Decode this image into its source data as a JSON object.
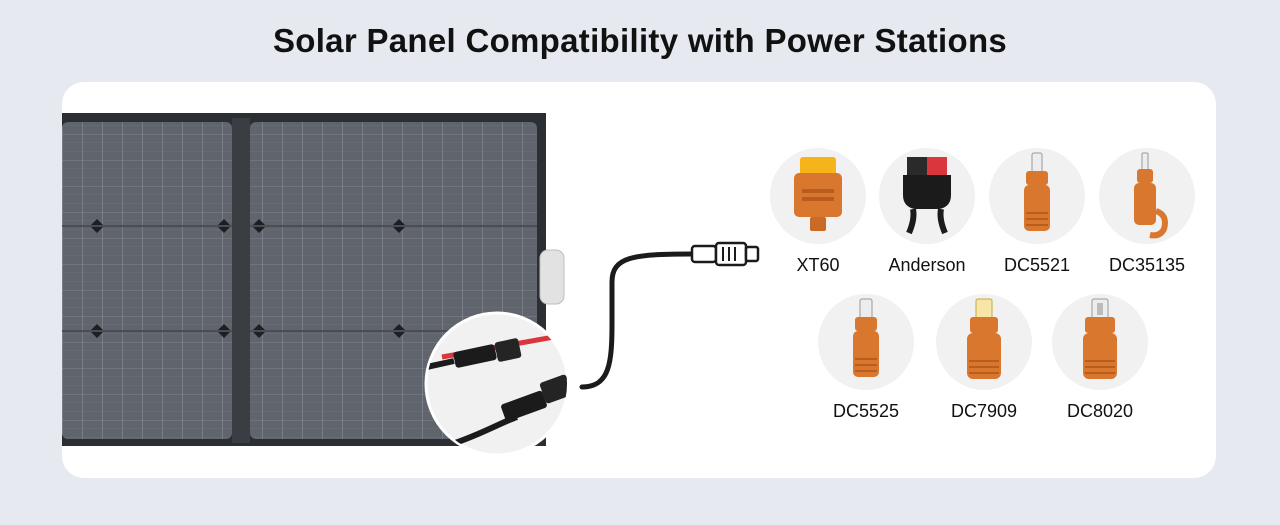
{
  "title": "Solar Panel Compatibility with Power Stations",
  "connectors": [
    {
      "name": "XT60",
      "icon": "xt60-connector-icon"
    },
    {
      "name": "Anderson",
      "icon": "anderson-connector-icon"
    },
    {
      "name": "DC5521",
      "icon": "dc5521-connector-icon"
    },
    {
      "name": "DC35135",
      "icon": "dc35135-connector-icon"
    },
    {
      "name": "DC5525",
      "icon": "dc5525-connector-icon"
    },
    {
      "name": "DC7909",
      "icon": "dc7909-connector-icon"
    },
    {
      "name": "DC8020",
      "icon": "dc8020-connector-icon"
    }
  ],
  "colors": {
    "background": "#e6e9ef",
    "card": "#ffffff",
    "connector_orange": "#d9772e",
    "connector_yellow": "#f4b41a",
    "cable_red": "#d9363e",
    "panel_cell": "#5f636b",
    "panel_frame": "#2d3035"
  }
}
